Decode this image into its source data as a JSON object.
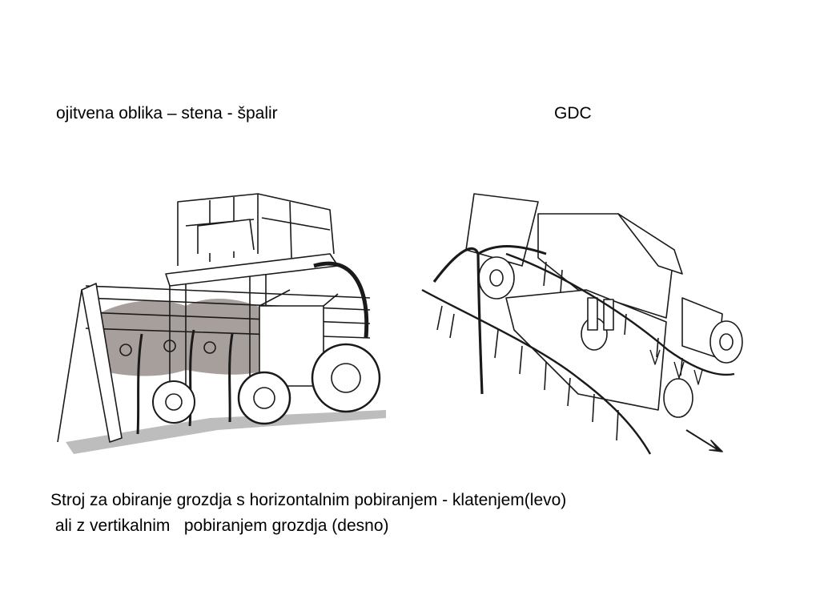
{
  "labels": {
    "left": "ojitvena oblika – stena - špalir",
    "right": "GDC"
  },
  "caption": {
    "line1": "Stroj za obiranje grozdja s horizontalnim pobiranjem - klatenjem(levo)",
    "line2": " ali z vertikalnim   pobiranjem grozdja (desno)"
  },
  "illustrations": {
    "left": "grape-harvester-horizontal-shaking-drawing",
    "right": "gdc-vertical-harvesting-drawing"
  },
  "colors": {
    "ink": "#1a1a1a",
    "foliage": "#8a7f7a",
    "paper": "#ffffff"
  }
}
